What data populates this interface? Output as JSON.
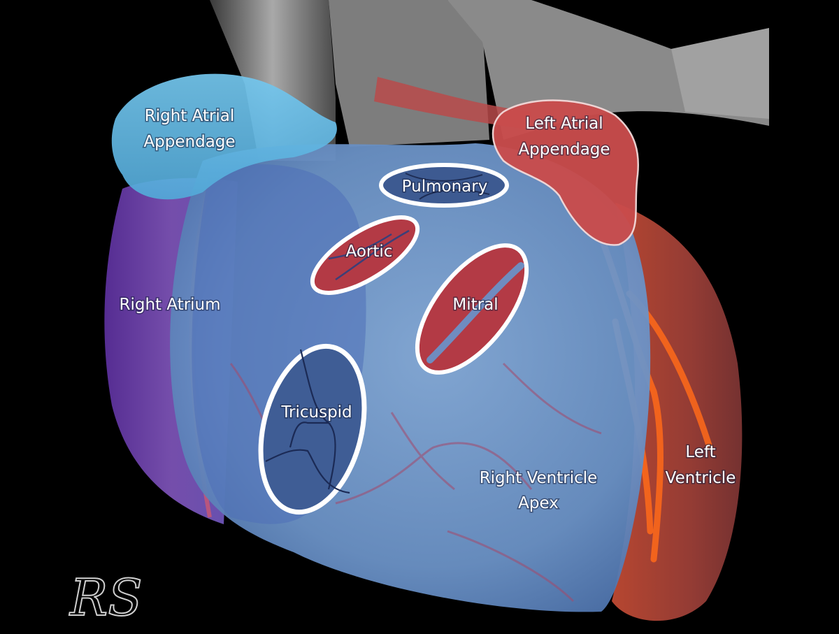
{
  "labels": {
    "right_atrial_appendage": [
      "Right Atrial",
      "Appendage"
    ],
    "left_atrial_appendage": [
      "Left Atrial",
      "Appendage"
    ],
    "pulmonary": "Pulmonary",
    "aortic": "Aortic",
    "mitral": "Mitral",
    "right_atrium": "Right Atrium",
    "tricuspid": "Tricuspid",
    "right_ventricle_apex": [
      "Right Ventricle",
      "Apex"
    ],
    "left_ventricle": [
      "Left",
      "Ventricle"
    ]
  },
  "watermark": "RS",
  "colors": {
    "background": "#000000",
    "right_ventricle": "#6d95c9",
    "right_atrium": "#6a4ba6",
    "right_atrial_appendage": "#5fb7e3",
    "left_atrial_appendage": "#c9504d",
    "left_ventricle": "#a7453c",
    "valve_red": "#b23a44",
    "valve_blue": "#3f5d95",
    "outline": "#ffffff"
  }
}
